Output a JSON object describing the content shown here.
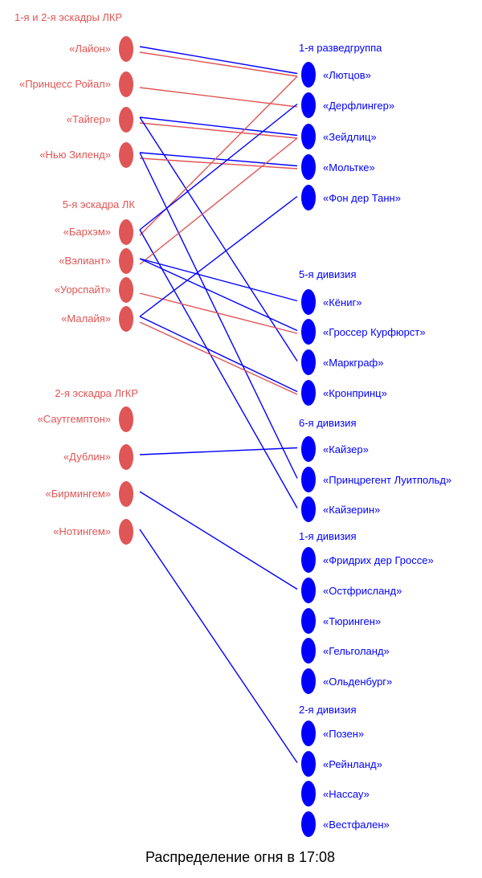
{
  "title": "Распределение огня в 17:08",
  "colors": {
    "british": "#e05555",
    "german": "#0000ff",
    "title": "#000000"
  },
  "british_groups": [
    {
      "label": "1-я и 2-я эскадры ЛКР",
      "ships": [
        "«Лайон»",
        "«Принцесс Ройал»",
        "«Тайгер»",
        "«Нью Зиленд»"
      ]
    },
    {
      "label": "5-я эскадра ЛК",
      "ships": [
        "«Бархэм»",
        "«Вэлиант»",
        "«Уорспайт»",
        "«Малайя»"
      ]
    },
    {
      "label": "2-я эскадра ЛгКР",
      "ships": [
        "«Саутгемптон»",
        "«Дублин»",
        "«Бирмингем»",
        "«Нотингем»"
      ]
    }
  ],
  "german_groups": [
    {
      "label": "1-я разведгруппа",
      "ships": [
        "«Лютцов»",
        "«Дерфлингер»",
        "«Зейдлиц»",
        "«Мольтке»",
        "«Фон дер Танн»"
      ]
    },
    {
      "label": "5-я дивизия",
      "ships": [
        "«Кёниг»",
        "«Гроссер Курфюрст»",
        "«Маркграф»",
        "«Кронпринц»"
      ]
    },
    {
      "label": "6-я дивизия",
      "ships": [
        "«Кайзер»",
        "«Принцрегент Луитпольд»",
        "«Кайзерин»"
      ]
    },
    {
      "label": "1-я дивизия",
      "ships": [
        "«Фридрих дер Гроссе»",
        "«Остфрисланд»",
        "«Тюринген»",
        "«Гельголанд»",
        "«Ольденбург»"
      ]
    },
    {
      "label": "2-я дивизия",
      "ships": [
        "«Позен»",
        "«Рейнланд»",
        "«Нассау»",
        "«Вестфален»"
      ]
    }
  ],
  "fire": [
    {
      "from": "«Лайон»",
      "to": "«Лютцов»",
      "side": "german"
    },
    {
      "from": "«Лайон»",
      "to": "«Лютцов»",
      "side": "british"
    },
    {
      "from": "«Принцесс Ройал»",
      "to": "«Дерфлингер»",
      "side": "british"
    },
    {
      "from": "«Тайгер»",
      "to": "«Зейдлиц»",
      "side": "british"
    },
    {
      "from": "«Тайгер»",
      "to": "«Зейдлиц»",
      "side": "german"
    },
    {
      "from": "«Тайгер»",
      "to": "«Маркграф»",
      "side": "german"
    },
    {
      "from": "«Нью Зиленд»",
      "to": "«Мольтке»",
      "side": "british"
    },
    {
      "from": "«Нью Зиленд»",
      "to": "«Мольтке»",
      "side": "german"
    },
    {
      "from": "«Нью Зиленд»",
      "to": "«Принцрегент Луитпольд»",
      "side": "german"
    },
    {
      "from": "«Бархэм»",
      "to": "«Лютцов»",
      "side": "british"
    },
    {
      "from": "«Бархэм»",
      "to": "«Дерфлингер»",
      "side": "german"
    },
    {
      "from": "«Бархэм»",
      "to": "«Кайзерин»",
      "side": "german"
    },
    {
      "from": "«Вэлиант»",
      "to": "«Зейдлиц»",
      "side": "british"
    },
    {
      "from": "«Вэлиант»",
      "to": "«Кёниг»",
      "side": "german"
    },
    {
      "from": "«Вэлиант»",
      "to": "«Гроссер Курфюрст»",
      "side": "german"
    },
    {
      "from": "«Уорспайт»",
      "to": "«Гроссер Курфюрст»",
      "side": "british"
    },
    {
      "from": "«Малайя»",
      "to": "«Фон дер Танн»",
      "side": "german"
    },
    {
      "from": "«Малайя»",
      "to": "«Кронпринц»",
      "side": "german"
    },
    {
      "from": "«Малайя»",
      "to": "«Кронпринц»",
      "side": "british"
    },
    {
      "from": "«Дублин»",
      "to": "«Кайзер»",
      "side": "german"
    },
    {
      "from": "«Бирмингем»",
      "to": "«Остфрисланд»",
      "side": "german"
    },
    {
      "from": "«Нотингем»",
      "to": "«Рейнланд»",
      "side": "german"
    }
  ]
}
